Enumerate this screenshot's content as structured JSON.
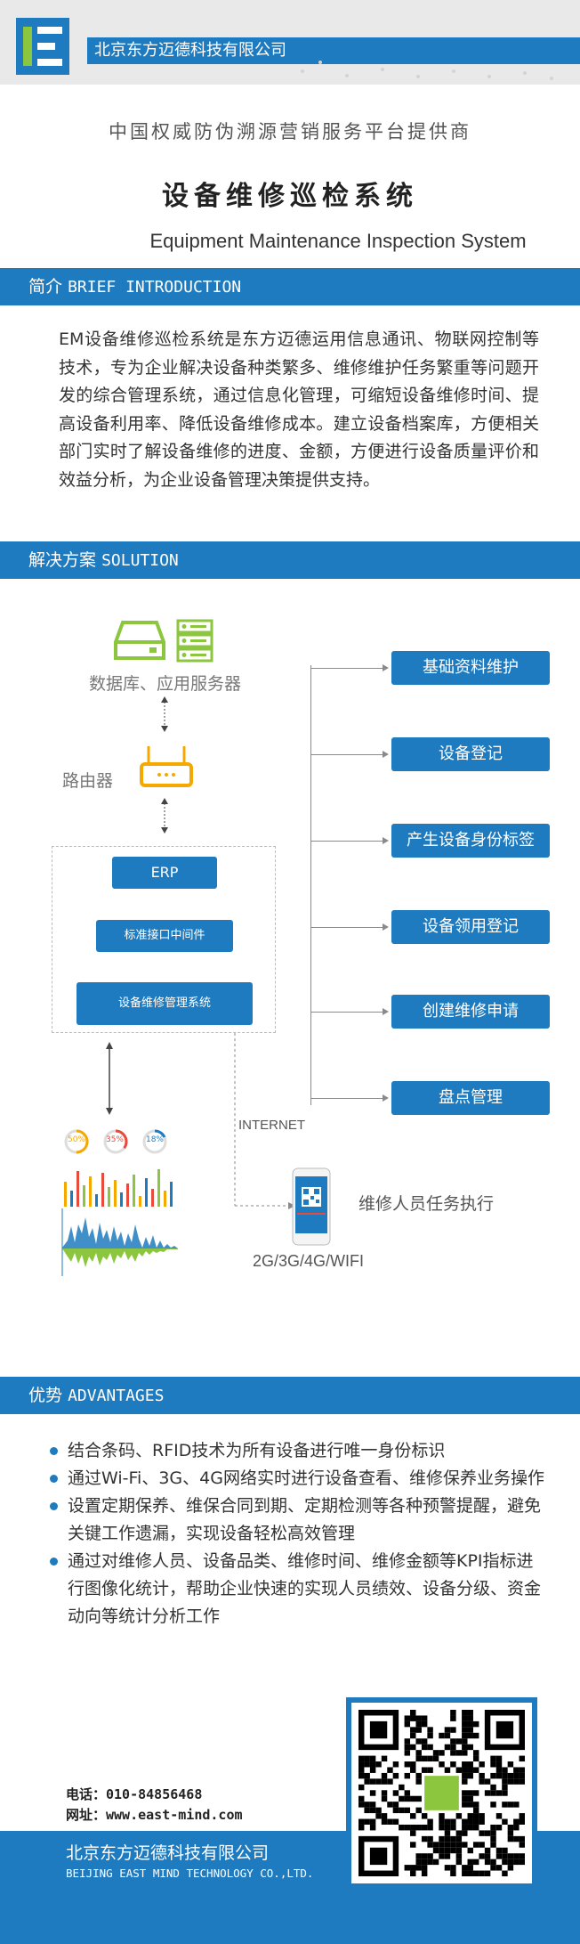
{
  "header": {
    "company_name": "北京东方迈德科技有限公司",
    "tagline": "中国权威防伪溯源营销服务平台提供商",
    "title": "设备维修巡检系统",
    "subtitle_en": "Equipment Maintenance Inspection System"
  },
  "intro": {
    "heading_cn": "简介",
    "heading_en": "BRIEF INTRODUCTION",
    "body": "EM设备维修巡检系统是东方迈德运用信息通讯、物联网控制等技术，专为企业解决设备种类繁多、维修维护任务繁重等问题开发的综合管理系统，通过信息化管理，可缩短设备维修时间、提高设备利用率、降低设备维修成本。建立设备档案库，方便相关部门实时了解设备维修的进度、金额，方便进行设备质量评价和效益分析，为企业设备管理决策提供支持。"
  },
  "solution": {
    "heading_cn": "解决方案",
    "heading_en": "SOLUTION",
    "db_label": "数据库、应用服务器",
    "router_label": "路由器",
    "erp": "ERP",
    "middleware": "标准接口中间件",
    "system": "设备维修管理系统",
    "functions": [
      "基础资料维护",
      "设备登记",
      "产生设备身份标签",
      "设备领用登记",
      "创建维修申请",
      "盘点管理"
    ],
    "internet": "INTERNET",
    "mobile_label": "维修人员任务执行",
    "network": "2G/3G/4G/WIFI",
    "pie_labels": [
      "50%",
      "35%",
      "18%"
    ],
    "pie_values": [
      50,
      35,
      18
    ]
  },
  "advantages": {
    "heading_cn": "优势",
    "heading_en": "ADVANTAGES",
    "items": [
      "结合条码、RFID技术为所有设备进行唯一身份标识",
      "通过Wi-Fi、3G、4G网络实时进行设备查看、维修保养业务操作",
      "设置定期保养、维保合同到期、定期检测等各种预警提醒，避免关键工作遗漏，实现设备轻松高效管理",
      "通过对维修人员、设备品类、维修时间、维修金额等KPI指标进行图像化统计，帮助企业快速的实现人员绩效、设备分级、资金动向等统计分析工作"
    ]
  },
  "footer": {
    "phone": "电话：010-84856468",
    "website": "网址：www.east-mind.com",
    "company_cn": "北京东方迈德科技有限公司",
    "company_en": "BEIJING EAST MIND TECHNOLOGY CO.,LTD."
  },
  "colors": {
    "brand_blue": "#1f7bbf",
    "icon_green": "#8cc63f",
    "icon_yellow": "#f5a800"
  }
}
